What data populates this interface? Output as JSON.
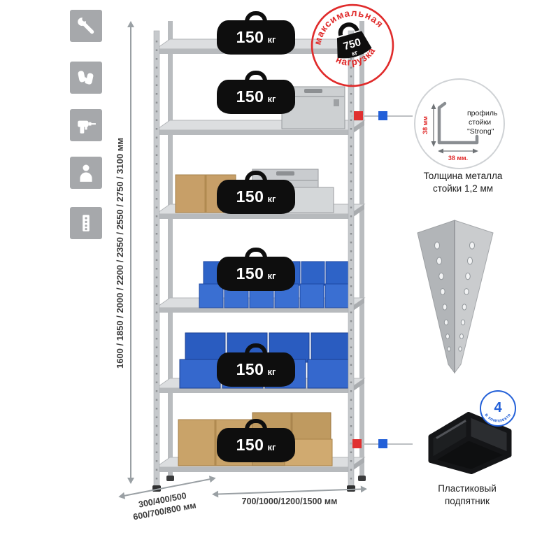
{
  "colors": {
    "accent_red": "#e02b2b",
    "accent_blue": "#2360d8",
    "bin_blue": "#2f64c8",
    "metal_gray": "#c7cacd",
    "icon_bg": "#a6a8ab",
    "badge_black": "#0e0e0e",
    "cardboard": "#c9a369"
  },
  "left_icons": {
    "items": [
      {
        "name": "wrench-icon"
      },
      {
        "name": "gloves-icon"
      },
      {
        "name": "drill-icon"
      },
      {
        "name": "person-icon"
      },
      {
        "name": "perforated-profile-icon"
      }
    ]
  },
  "dimensions": {
    "height": "1600 / 1850 / 2000 / 2200 / 2350 / 2550 / 2750 / 3100 мм",
    "depth_line1": "300/400/500",
    "depth_line2": "600/700/800 мм",
    "width": "700/1000/1200/1500 мм"
  },
  "rack": {
    "shelves": [
      {
        "value": "150",
        "unit": "кг"
      },
      {
        "value": "150",
        "unit": "кг"
      },
      {
        "value": "150",
        "unit": "кг"
      },
      {
        "value": "150",
        "unit": "кг"
      },
      {
        "value": "150",
        "unit": "кг"
      },
      {
        "value": "150",
        "unit": "кг"
      }
    ]
  },
  "stamp": {
    "arc_top": "максимальная",
    "arc_bottom": "нагрузка",
    "value": "750",
    "unit": "кг"
  },
  "profile_detail": {
    "line1": "профиль",
    "line2": "стойки",
    "line3": "\"Strong\"",
    "dim_v": "38 мм",
    "dim_h": "38 мм.",
    "caption1": "Толщина металла",
    "caption2": "стойки 1,2 мм"
  },
  "foot": {
    "badge_value": "4",
    "badge_text": "в комплекте",
    "caption1": "Пластиковый",
    "caption2": "подпятник"
  }
}
